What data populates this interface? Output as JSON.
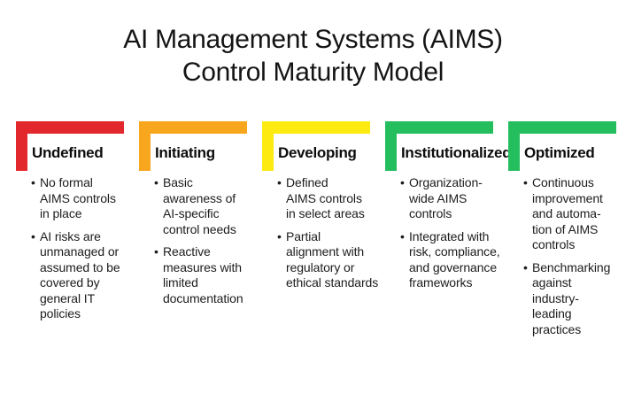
{
  "title": {
    "line1": "AI Management Systems (AIMS)",
    "line2": "Control Maturity Model"
  },
  "colors": {
    "undefined": "#E2282C",
    "initiating": "#F7A61E",
    "developing": "#FCEA10",
    "institutionalized": "#25BE5F",
    "optimized": "#25BE5F",
    "text": "#1C1C1C",
    "background": "#FFFFFF"
  },
  "columns": [
    {
      "id": "undefined",
      "label": "Undefined",
      "color": "#E2282C",
      "bullets": [
        {
          "text": "No formal AIMS controls in place",
          "lines": "No formal\nAIMS controls\nin place"
        },
        {
          "text": "AI risks are unmanaged or assumed to be covered by general IT policies",
          "lines": "AI risks are\nunmanaged or\nassumed to be\ncovered by\ngeneral IT\npolicies"
        }
      ]
    },
    {
      "id": "initiating",
      "label": "Initiating",
      "color": "#F7A61E",
      "bullets": [
        {
          "text": "Basic awareness of AI-specific control needs",
          "lines": "Basic\nawareness of\nAI-specific\ncontrol needs"
        },
        {
          "text": "Reactive measures with limited documentation",
          "lines": "Reactive\nmeasures with\nlimited\ndocumentation"
        }
      ]
    },
    {
      "id": "developing",
      "label": "Developing",
      "color": "#FCEA10",
      "bullets": [
        {
          "text": "Defined AIMS controls in select areas",
          "lines": "Defined\nAIMS controls\nin select areas"
        },
        {
          "text": "Partial alignment with regulatory or ethical standards",
          "lines": "Partial\nalignment with\nregulatory or\nethical standards"
        }
      ]
    },
    {
      "id": "institutionalized",
      "label": "Institutionalized",
      "color": "#25BE5F",
      "bullets": [
        {
          "text": "Organization-wide AIMS controls",
          "lines": "Organization-\nwide AIMS\ncontrols"
        },
        {
          "text": "Integrated with risk, compliance, and governance frameworks",
          "lines": "Integrated with\nrisk, compliance,\nand governance\nframeworks"
        }
      ]
    },
    {
      "id": "optimized",
      "label": "Optimized",
      "color": "#25BE5F",
      "bullets": [
        {
          "text": "Continuous improvement and automation of AIMS controls",
          "lines": "Continuous\nimprovement\nand automa-\ntion of AIMS\ncontrols"
        },
        {
          "text": "Benchmarking against industry-leading practices",
          "lines": "Benchmarking\nagainst\nindustry-\nleading\npractices"
        }
      ]
    }
  ]
}
